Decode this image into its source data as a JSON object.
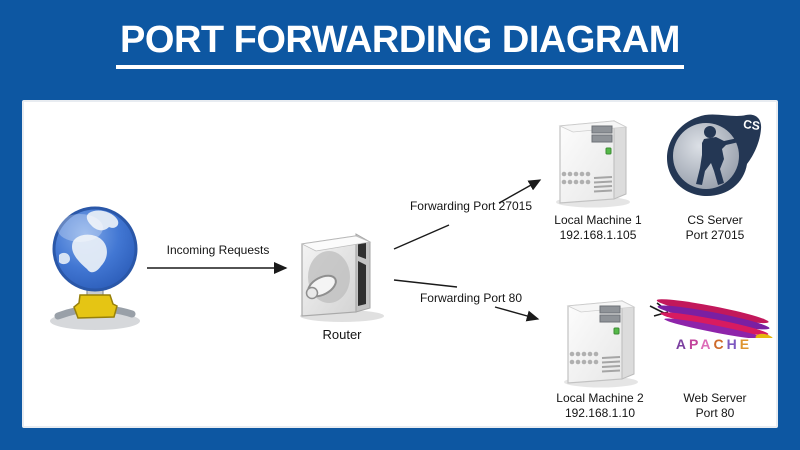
{
  "title": "PORT FORWARDING DIAGRAM",
  "colors": {
    "background": "#0D57A2",
    "panel": "#FFFFFF",
    "title_text": "#FFFFFF",
    "arrow": "#1A1A1A",
    "cs_navy": "#243754",
    "led_green": "#54B948",
    "globe_blue": "#3B70CC",
    "connector_yellow": "#E5C514",
    "apache_magenta": "#C2185B",
    "apache_purple": "#7B1FA2"
  },
  "diagram": {
    "incoming": {
      "label": "Incoming Requests"
    },
    "router": {
      "label": "Router"
    },
    "forwarding1": {
      "label": "Forwarding Port 27015"
    },
    "forwarding2": {
      "label": "Forwarding Port 80"
    },
    "machine1": {
      "name": "Local Machine 1",
      "ip": "192.168.1.105"
    },
    "machine2": {
      "name": "Local Machine 2",
      "ip": "192.168.1.10"
    },
    "service1": {
      "name": "CS Server",
      "port": "Port 27015",
      "badge": "CS"
    },
    "service2": {
      "name": "Web Server",
      "port": "Port 80",
      "wordmark": [
        "A",
        "P",
        "A",
        "C",
        "H",
        "E"
      ]
    }
  }
}
